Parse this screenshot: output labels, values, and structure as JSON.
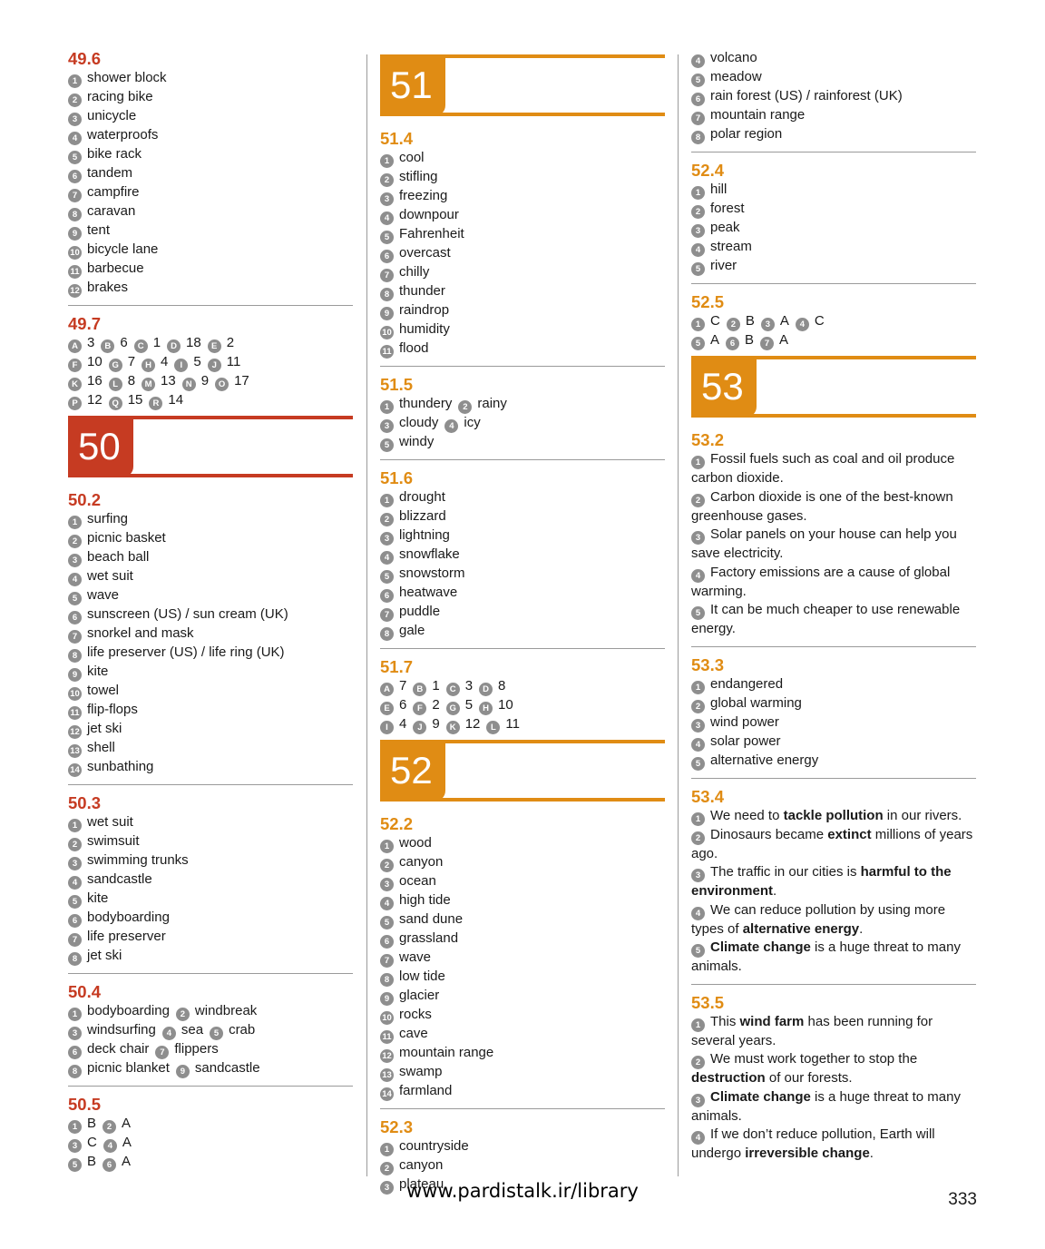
{
  "col1": [
    {
      "id": "49.6",
      "items": [
        {
          "n": "1",
          "t": "shower block"
        },
        {
          "n": "2",
          "t": "racing bike"
        },
        {
          "n": "3",
          "t": "unicycle"
        },
        {
          "n": "4",
          "t": "waterproofs"
        },
        {
          "n": "5",
          "t": "bike rack"
        },
        {
          "n": "6",
          "t": "tandem"
        },
        {
          "n": "7",
          "t": "campfire"
        },
        {
          "n": "8",
          "t": "caravan"
        },
        {
          "n": "9",
          "t": "tent"
        },
        {
          "n": "10",
          "t": "bicycle lane"
        },
        {
          "n": "11",
          "t": "barbecue"
        },
        {
          "n": "12",
          "t": "brakes"
        }
      ]
    },
    {
      "id": "49.7",
      "rows": [
        [
          {
            "n": "A",
            "t": "3"
          },
          {
            "n": "B",
            "t": "6"
          },
          {
            "n": "C",
            "t": "1"
          },
          {
            "n": "D",
            "t": "18"
          },
          {
            "n": "E",
            "t": "2"
          }
        ],
        [
          {
            "n": "F",
            "t": "10"
          },
          {
            "n": "G",
            "t": "7"
          },
          {
            "n": "H",
            "t": "4"
          },
          {
            "n": "I",
            "t": "5"
          },
          {
            "n": "J",
            "t": "11"
          }
        ],
        [
          {
            "n": "K",
            "t": "16"
          },
          {
            "n": "L",
            "t": "8"
          },
          {
            "n": "M",
            "t": "13"
          },
          {
            "n": "N",
            "t": "9"
          },
          {
            "n": "O",
            "t": "17"
          }
        ],
        [
          {
            "n": "P",
            "t": "12"
          },
          {
            "n": "Q",
            "t": "15"
          },
          {
            "n": "R",
            "t": "14"
          }
        ]
      ]
    },
    {
      "banner": "50"
    },
    {
      "id": "50.2",
      "items": [
        {
          "n": "1",
          "t": "surfing"
        },
        {
          "n": "2",
          "t": "picnic basket"
        },
        {
          "n": "3",
          "t": "beach ball"
        },
        {
          "n": "4",
          "t": "wet suit"
        },
        {
          "n": "5",
          "t": "wave"
        },
        {
          "n": "6",
          "t": "sunscreen (US) / sun cream (UK)"
        },
        {
          "n": "7",
          "t": "snorkel and mask"
        },
        {
          "n": "8",
          "t": "life preserver (US) / life ring (UK)"
        },
        {
          "n": "9",
          "t": "kite"
        },
        {
          "n": "10",
          "t": "towel"
        },
        {
          "n": "11",
          "t": "flip-flops"
        },
        {
          "n": "12",
          "t": "jet ski"
        },
        {
          "n": "13",
          "t": "shell"
        },
        {
          "n": "14",
          "t": "sunbathing"
        }
      ]
    },
    {
      "id": "50.3",
      "items": [
        {
          "n": "1",
          "t": "wet suit"
        },
        {
          "n": "2",
          "t": "swimsuit"
        },
        {
          "n": "3",
          "t": "swimming trunks"
        },
        {
          "n": "4",
          "t": "sandcastle"
        },
        {
          "n": "5",
          "t": "kite"
        },
        {
          "n": "6",
          "t": "bodyboarding"
        },
        {
          "n": "7",
          "t": "life preserver"
        },
        {
          "n": "8",
          "t": "jet ski"
        }
      ]
    },
    {
      "id": "50.4",
      "rows": [
        [
          {
            "n": "1",
            "t": "bodyboarding"
          },
          {
            "n": "2",
            "t": "windbreak"
          }
        ],
        [
          {
            "n": "3",
            "t": "windsurfing"
          },
          {
            "n": "4",
            "t": "sea"
          },
          {
            "n": "5",
            "t": "crab"
          }
        ],
        [
          {
            "n": "6",
            "t": "deck chair"
          },
          {
            "n": "7",
            "t": "flippers"
          }
        ],
        [
          {
            "n": "8",
            "t": "picnic blanket"
          },
          {
            "n": "9",
            "t": "sandcastle"
          }
        ]
      ]
    },
    {
      "id": "50.5",
      "rows": [
        [
          {
            "n": "1",
            "t": "B"
          },
          {
            "n": "2",
            "t": "A"
          }
        ],
        [
          {
            "n": "3",
            "t": "C"
          },
          {
            "n": "4",
            "t": "A"
          }
        ],
        [
          {
            "n": "5",
            "t": "B"
          },
          {
            "n": "6",
            "t": "A"
          }
        ]
      ]
    }
  ],
  "col2": [
    {
      "banner": "51"
    },
    {
      "id": "51.4",
      "items": [
        {
          "n": "1",
          "t": "cool"
        },
        {
          "n": "2",
          "t": "stifling"
        },
        {
          "n": "3",
          "t": "freezing"
        },
        {
          "n": "4",
          "t": "downpour"
        },
        {
          "n": "5",
          "t": "Fahrenheit"
        },
        {
          "n": "6",
          "t": "overcast"
        },
        {
          "n": "7",
          "t": "chilly"
        },
        {
          "n": "8",
          "t": "thunder"
        },
        {
          "n": "9",
          "t": "raindrop"
        },
        {
          "n": "10",
          "t": "humidity"
        },
        {
          "n": "11",
          "t": "flood"
        }
      ]
    },
    {
      "id": "51.5",
      "rows": [
        [
          {
            "n": "1",
            "t": "thundery"
          },
          {
            "n": "2",
            "t": "rainy"
          }
        ],
        [
          {
            "n": "3",
            "t": "cloudy"
          },
          {
            "n": "4",
            "t": "icy"
          }
        ],
        [
          {
            "n": "5",
            "t": "windy"
          }
        ]
      ]
    },
    {
      "id": "51.6",
      "items": [
        {
          "n": "1",
          "t": "drought"
        },
        {
          "n": "2",
          "t": "blizzard"
        },
        {
          "n": "3",
          "t": "lightning"
        },
        {
          "n": "4",
          "t": "snowflake"
        },
        {
          "n": "5",
          "t": "snowstorm"
        },
        {
          "n": "6",
          "t": "heatwave"
        },
        {
          "n": "7",
          "t": "puddle"
        },
        {
          "n": "8",
          "t": "gale"
        }
      ]
    },
    {
      "id": "51.7",
      "rows": [
        [
          {
            "n": "A",
            "t": "7"
          },
          {
            "n": "B",
            "t": "1"
          },
          {
            "n": "C",
            "t": "3"
          },
          {
            "n": "D",
            "t": "8"
          }
        ],
        [
          {
            "n": "E",
            "t": "6"
          },
          {
            "n": "F",
            "t": "2"
          },
          {
            "n": "G",
            "t": "5"
          },
          {
            "n": "H",
            "t": "10"
          }
        ],
        [
          {
            "n": "I",
            "t": "4"
          },
          {
            "n": "J",
            "t": "9"
          },
          {
            "n": "K",
            "t": "12"
          },
          {
            "n": "L",
            "t": "11"
          }
        ]
      ]
    },
    {
      "banner": "52"
    },
    {
      "id": "52.2",
      "items": [
        {
          "n": "1",
          "t": "wood"
        },
        {
          "n": "2",
          "t": "canyon"
        },
        {
          "n": "3",
          "t": "ocean"
        },
        {
          "n": "4",
          "t": "high tide"
        },
        {
          "n": "5",
          "t": "sand dune"
        },
        {
          "n": "6",
          "t": "grassland"
        },
        {
          "n": "7",
          "t": "wave"
        },
        {
          "n": "8",
          "t": "low tide"
        },
        {
          "n": "9",
          "t": "glacier"
        },
        {
          "n": "10",
          "t": "rocks"
        },
        {
          "n": "11",
          "t": "cave"
        },
        {
          "n": "12",
          "t": "mountain range"
        },
        {
          "n": "13",
          "t": "swamp"
        },
        {
          "n": "14",
          "t": "farmland"
        }
      ]
    },
    {
      "id": "52.3",
      "items": [
        {
          "n": "1",
          "t": "countryside"
        },
        {
          "n": "2",
          "t": "canyon"
        },
        {
          "n": "3",
          "t": "plateau"
        }
      ]
    }
  ],
  "col3": [
    {
      "id": "",
      "cont": true,
      "items": [
        {
          "n": "4",
          "t": "volcano"
        },
        {
          "n": "5",
          "t": "meadow"
        },
        {
          "n": "6",
          "t": "rain forest (US) / rainforest (UK)"
        },
        {
          "n": "7",
          "t": "mountain range"
        },
        {
          "n": "8",
          "t": "polar region"
        }
      ]
    },
    {
      "id": "52.4",
      "items": [
        {
          "n": "1",
          "t": "hill"
        },
        {
          "n": "2",
          "t": "forest"
        },
        {
          "n": "3",
          "t": "peak"
        },
        {
          "n": "4",
          "t": "stream"
        },
        {
          "n": "5",
          "t": "river"
        }
      ]
    },
    {
      "id": "52.5",
      "rows": [
        [
          {
            "n": "1",
            "t": "C"
          },
          {
            "n": "2",
            "t": "B"
          },
          {
            "n": "3",
            "t": "A"
          },
          {
            "n": "4",
            "t": "C"
          }
        ],
        [
          {
            "n": "5",
            "t": "A"
          },
          {
            "n": "6",
            "t": "B"
          },
          {
            "n": "7",
            "t": "A"
          }
        ]
      ]
    },
    {
      "banner": "53"
    },
    {
      "id": "53.2",
      "sentences": [
        {
          "n": "1",
          "parts": [
            {
              "t": "Fossil fuels such as coal and oil produce carbon dioxide."
            }
          ]
        },
        {
          "n": "2",
          "parts": [
            {
              "t": "Carbon dioxide is one of the best-known greenhouse gases."
            }
          ]
        },
        {
          "n": "3",
          "parts": [
            {
              "t": "Solar panels on your house can help you save electricity."
            }
          ]
        },
        {
          "n": "4",
          "parts": [
            {
              "t": "Factory emissions are a cause of global warming."
            }
          ]
        },
        {
          "n": "5",
          "parts": [
            {
              "t": "It can be much cheaper to use renewable energy."
            }
          ]
        }
      ]
    },
    {
      "id": "53.3",
      "items": [
        {
          "n": "1",
          "t": "endangered"
        },
        {
          "n": "2",
          "t": "global warming"
        },
        {
          "n": "3",
          "t": "wind power"
        },
        {
          "n": "4",
          "t": "solar power"
        },
        {
          "n": "5",
          "t": "alternative energy"
        }
      ]
    },
    {
      "id": "53.4",
      "sentences": [
        {
          "n": "1",
          "parts": [
            {
              "t": "We need to "
            },
            {
              "t": "tackle pollution",
              "b": true
            },
            {
              "t": " in our rivers."
            }
          ]
        },
        {
          "n": "2",
          "parts": [
            {
              "t": "Dinosaurs became "
            },
            {
              "t": "extinct",
              "b": true
            },
            {
              "t": " millions of years ago."
            }
          ]
        },
        {
          "n": "3",
          "parts": [
            {
              "t": "The traffic in our cities is "
            },
            {
              "t": "harmful to the environment",
              "b": true
            },
            {
              "t": "."
            }
          ]
        },
        {
          "n": "4",
          "parts": [
            {
              "t": "We can reduce pollution by using more types of "
            },
            {
              "t": "alternative energy",
              "b": true
            },
            {
              "t": "."
            }
          ]
        },
        {
          "n": "5",
          "parts": [
            {
              "t": "Climate change",
              "b": true
            },
            {
              "t": " is a huge threat to many animals."
            }
          ]
        }
      ]
    },
    {
      "id": "53.5",
      "sentences": [
        {
          "n": "1",
          "parts": [
            {
              "t": "This "
            },
            {
              "t": "wind farm",
              "b": true
            },
            {
              "t": " has been running for several years."
            }
          ]
        },
        {
          "n": "2",
          "parts": [
            {
              "t": "We must work together to stop the "
            },
            {
              "t": "destruction",
              "b": true
            },
            {
              "t": " of our forests."
            }
          ]
        },
        {
          "n": "3",
          "parts": [
            {
              "t": "Climate change",
              "b": true
            },
            {
              "t": " is a huge threat to many animals."
            }
          ]
        },
        {
          "n": "4",
          "parts": [
            {
              "t": "If we don’t reduce pollution, Earth will undergo "
            },
            {
              "t": "irreversible change",
              "b": true
            },
            {
              "t": "."
            }
          ]
        }
      ]
    }
  ],
  "footer": {
    "url": "www.pardistalk.ir/library",
    "page_number": "333"
  },
  "colors": {
    "unit_red": "#c63b22",
    "unit_orange": "#e08c14",
    "number_badge": "#8e8e8e",
    "rule": "#9a9a9a"
  }
}
